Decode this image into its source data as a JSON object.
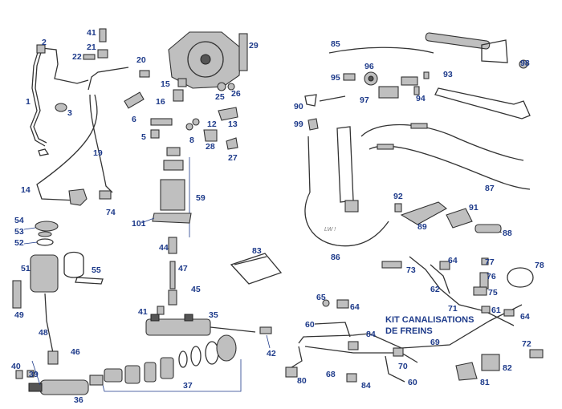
{
  "kit_label_line1": "KIT CANALISATIONS",
  "kit_label_line2": "DE FREINS",
  "lw_label": "LW !",
  "callouts": [
    "1",
    "2",
    "3",
    "5",
    "6",
    "8",
    "12",
    "13",
    "14",
    "15",
    "16",
    "19",
    "20",
    "21",
    "22",
    "25",
    "26",
    "27",
    "28",
    "29",
    "35",
    "36",
    "37",
    "39",
    "40",
    "41",
    "41",
    "42",
    "44",
    "45",
    "46",
    "47",
    "48",
    "49",
    "51",
    "52",
    "53",
    "54",
    "55",
    "59",
    "60",
    "60",
    "61",
    "62",
    "64",
    "64",
    "64",
    "65",
    "68",
    "69",
    "70",
    "71",
    "72",
    "73",
    "74",
    "75",
    "76",
    "77",
    "78",
    "80",
    "81",
    "82",
    "83",
    "84",
    "84",
    "85",
    "86",
    "87",
    "88",
    "89",
    "90",
    "91",
    "92",
    "93",
    "94",
    "95",
    "96",
    "97",
    "98",
    "99",
    "101"
  ],
  "colors": {
    "callout": "#1d3a8a",
    "part_stroke": "#333333",
    "part_fill": "#bfbfbf"
  }
}
